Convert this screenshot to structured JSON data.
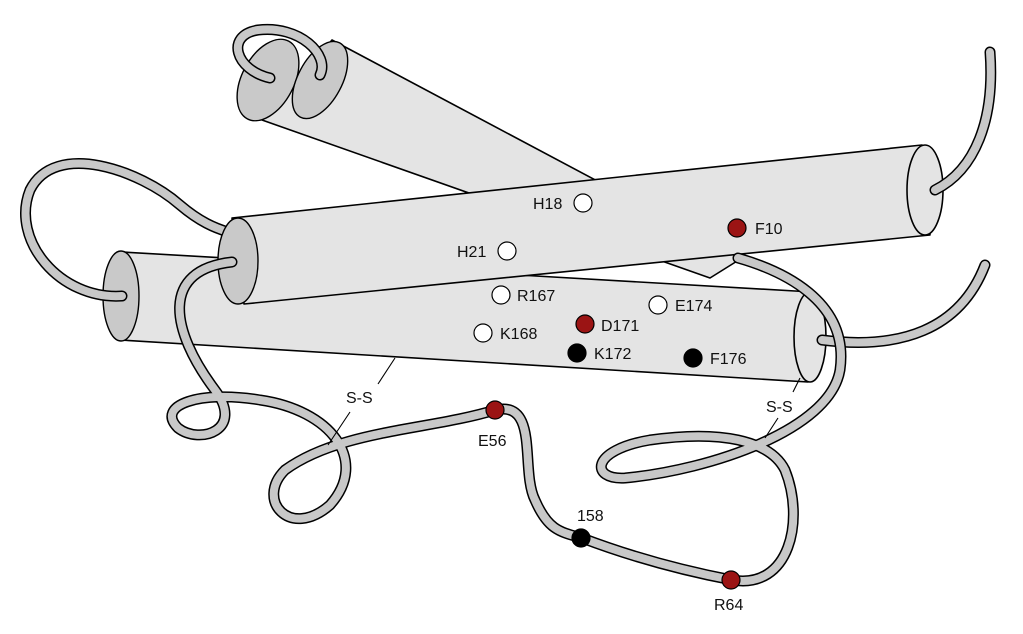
{
  "colors": {
    "helix_fill": "#e4e4e4",
    "loop": "#c8c8c8",
    "open_residue": "#ffffff",
    "red_residue": "#9b1414",
    "black_residue": "#000000"
  },
  "bonds": {
    "left": "S-S",
    "right": "S-S"
  },
  "residues": {
    "h18": "H18",
    "h21": "H21",
    "f10": "F10",
    "r167": "R167",
    "e174": "E174",
    "k168": "K168",
    "d171": "D171",
    "k172": "K172",
    "f176": "F176",
    "e56": "E56",
    "r158": "158",
    "r64": "R64"
  }
}
